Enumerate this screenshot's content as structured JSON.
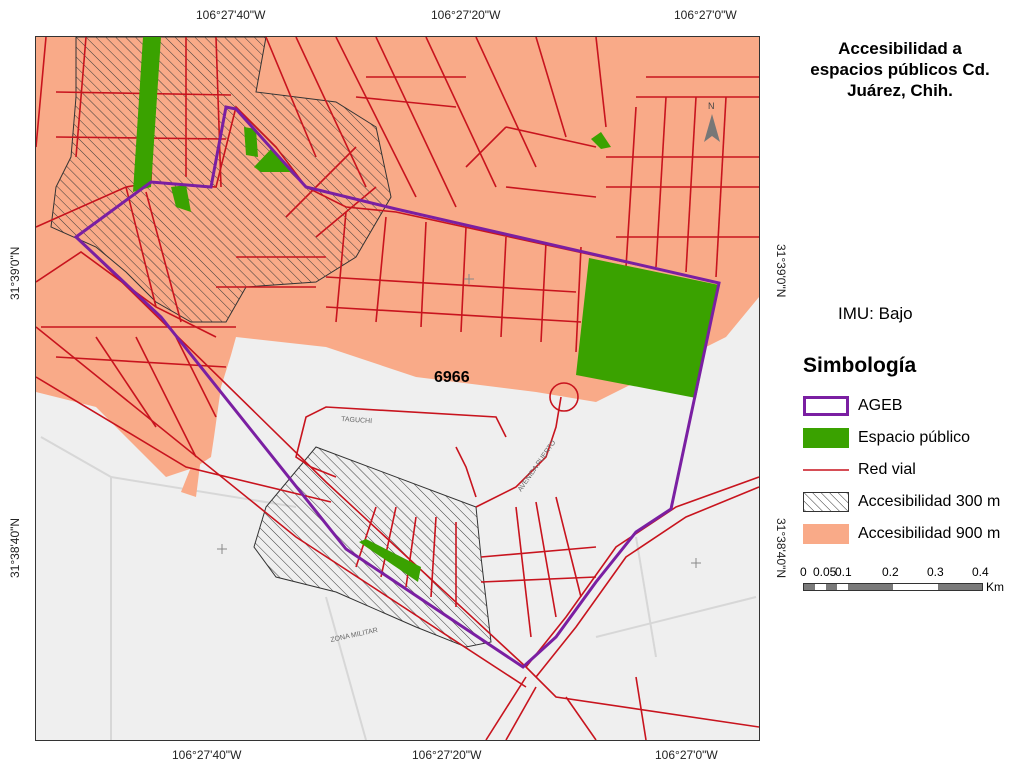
{
  "title": "Accesibilidad a espacios públicos Cd. Juárez, Chih.",
  "imu_label": "IMU: Bajo",
  "map": {
    "ageb_label": "6966",
    "north_label": "N",
    "street_labels": [
      "TAGUCHI",
      "AVENIDA PUERTO",
      "ZONA MILITAR"
    ],
    "coords": {
      "top": [
        "106°27'40\"W",
        "106°27'20\"W",
        "106°27'0\"W"
      ],
      "bottom": [
        "106°27'40\"W",
        "106°27'20\"W",
        "106°27'0\"W"
      ],
      "left": [
        "31°39'0\"N",
        "31°38'40\"N"
      ],
      "right": [
        "31°39'0\"N",
        "31°38'40\"N"
      ]
    }
  },
  "legend": {
    "title": "Simbología",
    "items": [
      {
        "label": "AGEB",
        "symbol": "outline",
        "color": "#7a1fa2"
      },
      {
        "label": "Espacio público",
        "symbol": "fill",
        "color": "#3aa200"
      },
      {
        "label": "Red vial",
        "symbol": "line",
        "color": "#c8141e"
      },
      {
        "label": "Accesibilidad 300 m",
        "symbol": "hatch",
        "color": "#333333"
      },
      {
        "label": "Accesibilidad 900 m",
        "symbol": "fill",
        "color": "#f9aa88"
      }
    ]
  },
  "scale": {
    "ticks": [
      "0",
      "0.05",
      "0.1",
      "0.2",
      "0.3",
      "0.4"
    ],
    "unit": "Km"
  },
  "colors": {
    "background": "#efefef",
    "accessibility_900": "#f9aa88",
    "public_space": "#3aa200",
    "road": "#c8141e",
    "ageb": "#7a1fa2"
  }
}
